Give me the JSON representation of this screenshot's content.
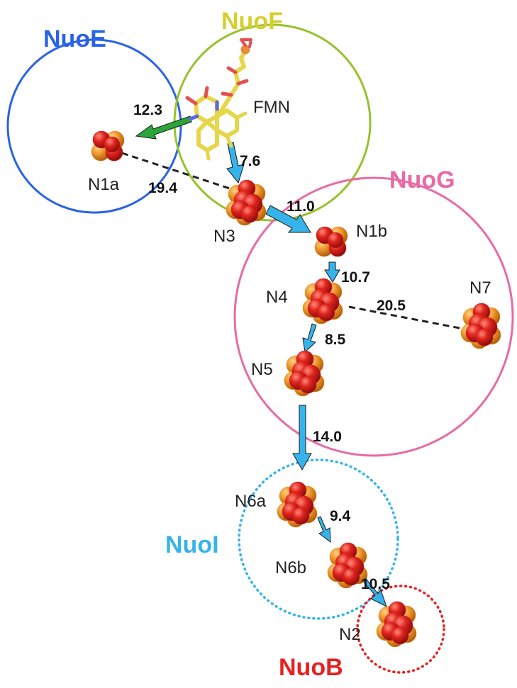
{
  "subunits": [
    {
      "id": "nuoe",
      "label": "NuoE",
      "color": "#2a63e6",
      "dotted": false
    },
    {
      "id": "nuof",
      "label": "NuoF",
      "color": "#d4cf2e",
      "ring_color": "#98c22c",
      "dotted": false
    },
    {
      "id": "nuog",
      "label": "NuoG",
      "color": "#e86aa6",
      "dotted": false
    },
    {
      "id": "nuoi",
      "label": "NuoI",
      "color": "#36b3ea",
      "dotted": true
    },
    {
      "id": "nuob",
      "label": "NuoB",
      "color": "#e52121",
      "dotted": true
    }
  ],
  "clusters": [
    {
      "id": "fmn",
      "label": "FMN",
      "kind": "cofactor"
    },
    {
      "id": "n1a",
      "label": "N1a",
      "kind": "2Fe"
    },
    {
      "id": "n3",
      "label": "N3",
      "kind": "4Fe"
    },
    {
      "id": "n1b",
      "label": "N1b",
      "kind": "2Fe"
    },
    {
      "id": "n4",
      "label": "N4",
      "kind": "4Fe"
    },
    {
      "id": "n7",
      "label": "N7",
      "kind": "4Fe"
    },
    {
      "id": "n5",
      "label": "N5",
      "kind": "4Fe"
    },
    {
      "id": "n6a",
      "label": "N6a",
      "kind": "4Fe"
    },
    {
      "id": "n6b",
      "label": "N6b",
      "kind": "4Fe"
    },
    {
      "id": "n2",
      "label": "N2",
      "kind": "4Fe"
    }
  ],
  "transfers": [
    {
      "from": "fmn",
      "to": "n1a",
      "distance": "12.3",
      "style": "arrow",
      "color": "#2aa53a"
    },
    {
      "from": "fmn",
      "to": "n3",
      "distance": "7.6",
      "style": "arrow",
      "color": "#36b3ea"
    },
    {
      "from": "n1a",
      "to": "n3",
      "distance": "19.4",
      "style": "dashed",
      "color": "#222222"
    },
    {
      "from": "n3",
      "to": "n1b",
      "distance": "11.0",
      "style": "arrow",
      "color": "#36b3ea"
    },
    {
      "from": "n1b",
      "to": "n4",
      "distance": "10.7",
      "style": "arrow",
      "color": "#36b3ea"
    },
    {
      "from": "n4",
      "to": "n7",
      "distance": "20.5",
      "style": "dashed",
      "color": "#222222"
    },
    {
      "from": "n4",
      "to": "n5",
      "distance": "8.5",
      "style": "arrow",
      "color": "#36b3ea"
    },
    {
      "from": "n5",
      "to": "n6a",
      "distance": "14.0",
      "style": "arrow",
      "color": "#36b3ea"
    },
    {
      "from": "n6a",
      "to": "n6b",
      "distance": "9.4",
      "style": "arrow",
      "color": "#36b3ea"
    },
    {
      "from": "n6b",
      "to": "n2",
      "distance": "10.5",
      "style": "arrow",
      "color": "#36b3ea"
    }
  ],
  "atom_colors": {
    "iron": "#e58a1f",
    "sulfur": "#d41f1f"
  }
}
